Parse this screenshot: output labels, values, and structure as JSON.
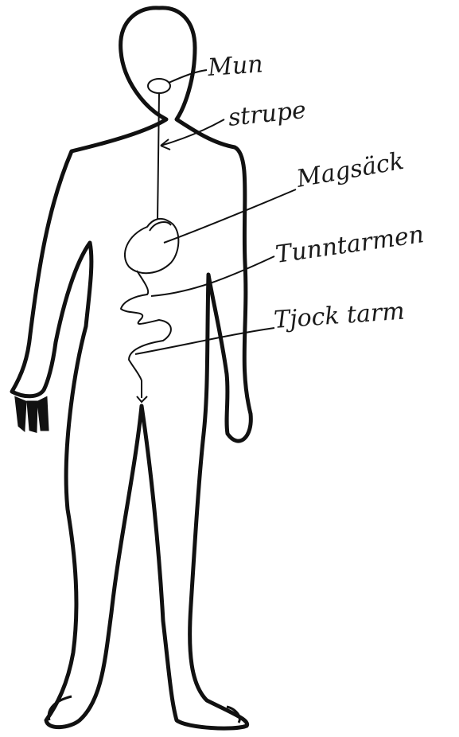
{
  "labels": {
    "mouth": "Mun",
    "esophagus": "strupe",
    "stomach": "Magsäck",
    "small_intestine": "Tunntarmen",
    "large_intestine": "Tjock tarm"
  },
  "colors": {
    "ink": "#111111",
    "label_ink": "#1a1a1a",
    "background": "#ffffff"
  }
}
